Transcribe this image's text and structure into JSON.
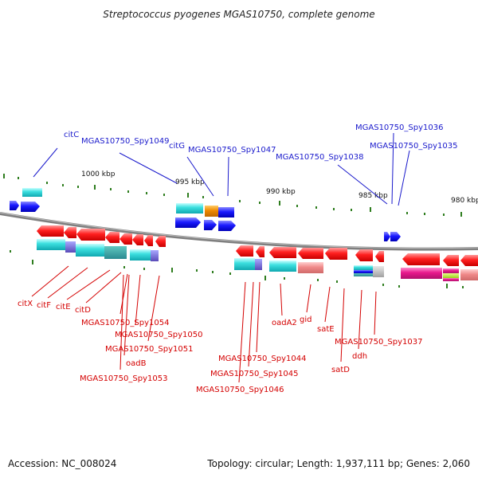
{
  "title": "Streptococcus pyogenes MGAS10750, complete genome",
  "footer": {
    "accession": "Accession: NC_008024",
    "summary": "Topology: circular; Length: 1,937,111 bp; Genes: 2,060"
  },
  "scale_labels": [
    "1000 kbp",
    "995 kbp",
    "990 kbp",
    "985 kbp",
    "980 kbp"
  ],
  "colors": {
    "blue_labels": "#1a1acc",
    "red_labels": "#d40000",
    "backbone": "#808080",
    "tick": "#2e7d1e",
    "forward_arrow": "#1515e6",
    "reverse_arrow": "#e81818",
    "cyan_box": "#2ad4d4",
    "magenta_box": "#e0188c"
  },
  "upper_labels": [
    "citC",
    "MGAS10750_Spy1049",
    "citG",
    "MGAS10750_Spy1047",
    "MGAS10750_Spy1038",
    "MGAS10750_Spy1036",
    "MGAS10750_Spy1035"
  ],
  "lower_labels": [
    "citX",
    "citF",
    "citE",
    "citD",
    "MGAS10750_Spy1054",
    "MGAS10750_Spy1050",
    "MGAS10750_Spy1051",
    "oadB",
    "MGAS10750_Spy1053",
    "MGAS10750_Spy1044",
    "MGAS10750_Spy1045",
    "MGAS10750_Spy1046",
    "oadA2",
    "gid",
    "satE",
    "satD",
    "ddh",
    "MGAS10750_Spy1037"
  ]
}
